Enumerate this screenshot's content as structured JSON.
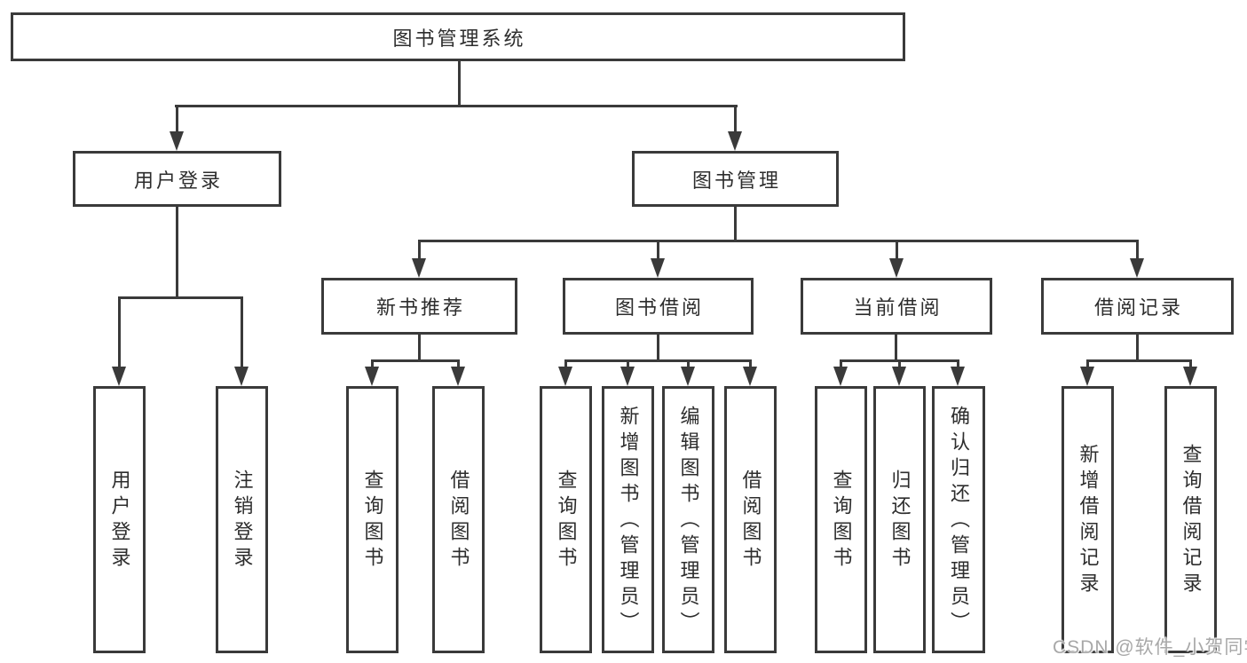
{
  "title": {
    "label": "图书管理系统"
  },
  "level2": {
    "user_login": "用户登录",
    "book_mgmt": "图书管理"
  },
  "level3": {
    "new_books": "新书推荐",
    "book_borrow": "图书借阅",
    "current_borrow": "当前借阅",
    "borrow_records": "借阅记录"
  },
  "leaves": {
    "user_login": [
      "用户登录",
      "注销登录"
    ],
    "new_books": [
      "查询图书",
      "借阅图书"
    ],
    "book_borrow": [
      "查询图书",
      "新增图书（管理员）",
      "编辑图书（管理员）",
      "借阅图书"
    ],
    "current_borrow": [
      "查询图书",
      "归还图书",
      "确认归还（管理员）"
    ],
    "borrow_records": [
      "新增借阅记录",
      "查询借阅记录"
    ]
  },
  "watermark": "CSDN @软件_小贺同学",
  "colors": {
    "line": "#3a3a3a",
    "text": "#2d2d2d",
    "background": "#ffffff",
    "watermark": "#a8a8a8"
  }
}
